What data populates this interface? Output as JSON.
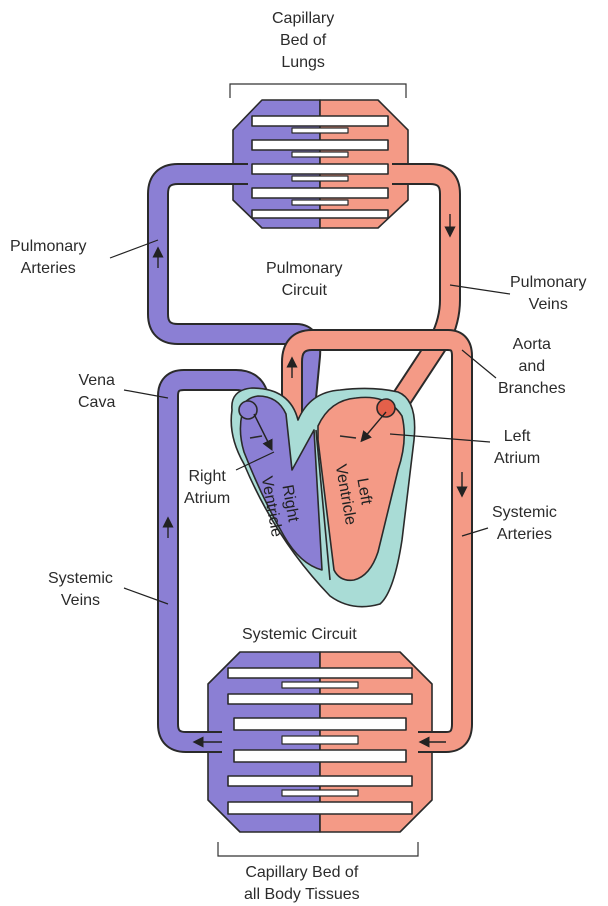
{
  "labels": {
    "capillary_bed_lungs": [
      "Capillary",
      "Bed of",
      "Lungs"
    ],
    "pulmonary_arteries": [
      "Pulmonary",
      "Arteries"
    ],
    "pulmonary_circuit": [
      "Pulmonary",
      "Circuit"
    ],
    "pulmonary_veins": [
      "Pulmonary",
      "Veins"
    ],
    "aorta_branches": [
      "Aorta",
      "and",
      "Branches"
    ],
    "vena_cava": [
      "Vena",
      "Cava"
    ],
    "left_atrium": [
      "Left",
      "Atrium"
    ],
    "right_atrium": [
      "Right",
      "Atrium"
    ],
    "right_ventricle": [
      "Right",
      "Ventricle"
    ],
    "left_ventricle": [
      "Left",
      "Ventricle"
    ],
    "systemic_arteries": [
      "Systemic",
      "Arteries"
    ],
    "systemic_veins": [
      "Systemic",
      "Veins"
    ],
    "systemic_circuit": "Systemic Circuit",
    "capillary_bed_body": [
      "Capillary Bed of",
      "all Body Tissues"
    ]
  },
  "colors": {
    "deoxygenated": "#8b7fd4",
    "oxygenated": "#f49a86",
    "pericardium": "#a9dcd6",
    "outline": "#2a2a2a"
  }
}
